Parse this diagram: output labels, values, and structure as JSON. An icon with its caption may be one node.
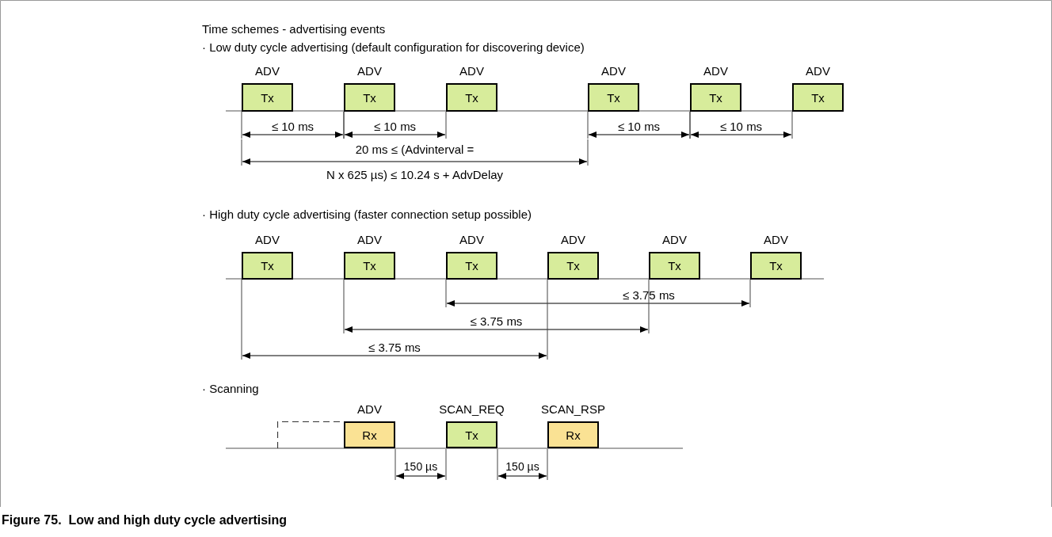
{
  "diagram": {
    "caption": "Figure 75.  Low and high duty cycle advertising",
    "nodes": [
      {
        "text": [
          "ADV",
          "Tx"
        ]
      },
      {
        "text": [
          "ADV",
          "Tx"
        ]
      },
      {
        "text": [
          "ADV",
          "Tx"
        ]
      },
      {
        "text": [
          "ADV",
          "Tx"
        ]
      },
      {
        "text": [
          "ADV",
          "Tx"
        ]
      },
      {
        "text": [
          "ADV",
          "Tx"
        ]
      },
      {
        "text": [
          "ADV",
          "Tx"
        ]
      },
      {
        "text": [
          "ADV",
          "Tx"
        ]
      },
      {
        "text": [
          "ADV",
          "Tx"
        ]
      },
      {
        "text": [
          "ADV",
          "Tx"
        ]
      },
      {
        "text": [
          "ADV",
          "Tx"
        ]
      },
      {
        "text": [
          "ADV",
          "Tx"
        ]
      },
      {
        "text": [],
        "shape": "box"
      },
      {
        "text": [
          "ADV",
          "Rx"
        ]
      },
      {
        "text": [
          "SCAN_REQ",
          "Tx"
        ]
      },
      {
        "text": [
          "SCAN_RSP",
          "Rx"
        ]
      }
    ],
    "labels": [
      "Time schemes - advertising events",
      "· Low duty cycle advertising (default configuration for discovering device)",
      "≤ 10 ms",
      "≤ 10 ms",
      "≤ 10 ms",
      "≤ 10 ms",
      "20 ms ≤ (Advinterval =",
      "N x 625 µs) ≤ 10.24 s + AdvDelay",
      "· High duty cycle advertising (faster connection setup possible)",
      "≤ 3.75 ms",
      "≤ 3.75 ms",
      "≤ 3.75 ms",
      "· Scanning",
      "150 µs",
      "150 µs"
    ]
  }
}
